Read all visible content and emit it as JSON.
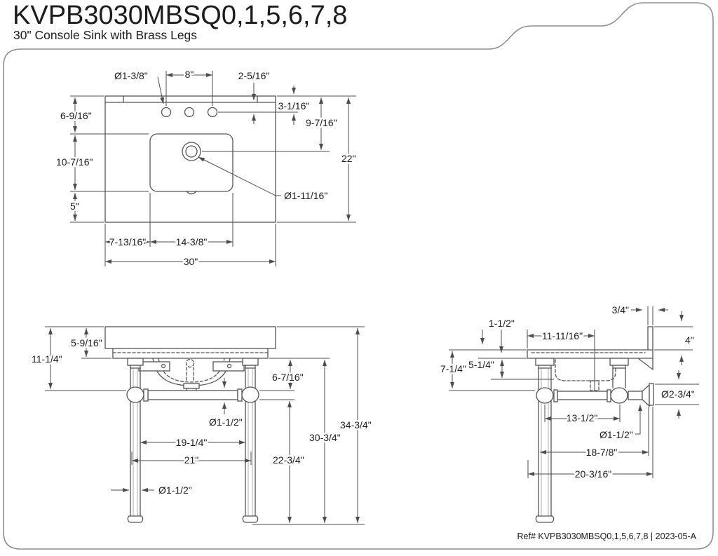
{
  "title": "KVPB3030MBSQ0,1,5,6,7,8",
  "subtitle": "30\" Console Sink with Brass Legs",
  "footer": {
    "ref": "Ref# KVPB3030MBSQ0,1,5,6,7,8 | 2023-05-A"
  },
  "colors": {
    "line": "#555555",
    "dim": "#4d4d4d",
    "border": "#8f8f8f",
    "text": "#1c1c1c"
  },
  "views": {
    "top": {
      "dims": {
        "faucet_hole_dia": "Ø1-3/8\"",
        "faucet_spread": "8\"",
        "splash_to_holes": "2-5/16\"",
        "rear_to_holes": "3-1/16\"",
        "rear_to_drain": "9-7/16\"",
        "rear_to_bowl": "6-9/16\"",
        "bowl_depth": "10-7/16\"",
        "bowl_to_front": "5\"",
        "overall_depth": "22\"",
        "left_to_bowl": "7-13/16\"",
        "bowl_width": "14-3/8\"",
        "overall_width": "30\"",
        "drain_dia": "Ø1-11/16\""
      }
    },
    "front": {
      "dims": {
        "counter_height": "5-9/16\"",
        "top_to_crossbar": "11-1/4\"",
        "apron_to_crossbar": "6-7/16\"",
        "crossbar_dia": "Ø1-1/2\"",
        "legs_inner": "19-1/4\"",
        "legs_center": "21\"",
        "leg_dia": "Ø1-1/2\"",
        "crossbar_to_floor": "22-3/4\"",
        "underside_to_floor": "30-3/4\"",
        "overall_height": "34-3/4\""
      }
    },
    "side": {
      "dims": {
        "splash_thickness": "3/4\"",
        "splash_height": "4\"",
        "counter_thickness": "1-1/2\"",
        "front_to_drain": "11-11/16\"",
        "top_to_stretcher": "7-1/4\"",
        "top_to_bowl_bottom": "5-1/4\"",
        "flange_dia": "Ø2-3/4\"",
        "leg_to_rear_joint": "13-1/2\"",
        "stretcher_dia": "Ø1-1/2\"",
        "leg_to_flange": "18-7/8\"",
        "overall_depth": "20-3/16\""
      }
    }
  }
}
